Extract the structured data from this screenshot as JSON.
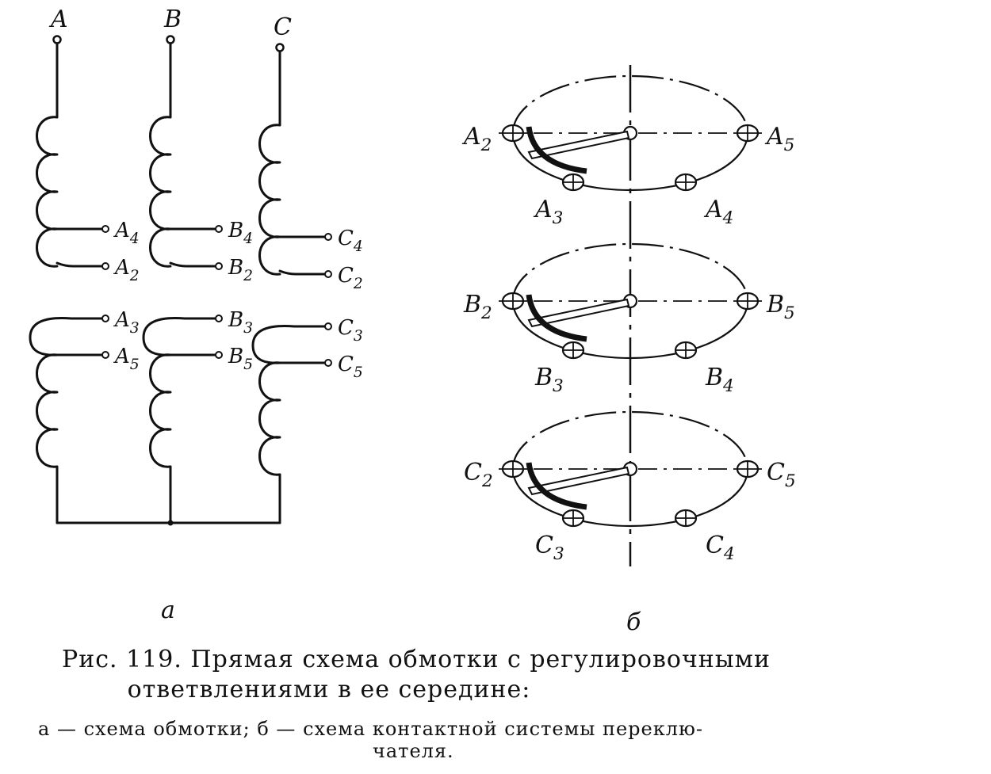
{
  "part_a": {
    "phases": [
      {
        "top": "A",
        "upper_taps": [
          "A4",
          "A2"
        ],
        "lower_taps": [
          "A3",
          "A5"
        ]
      },
      {
        "top": "B",
        "upper_taps": [
          "B4",
          "B2"
        ],
        "lower_taps": [
          "B3",
          "B5"
        ]
      },
      {
        "top": "C",
        "upper_taps": [
          "C4",
          "C2"
        ],
        "lower_taps": [
          "C3",
          "C5"
        ]
      }
    ],
    "label": "а"
  },
  "part_b": {
    "switches": [
      {
        "left": "A2",
        "right": "A5",
        "bottom_left": "A3",
        "bottom_right": "A4"
      },
      {
        "left": "B2",
        "right": "B5",
        "bottom_left": "B3",
        "bottom_right": "B4"
      },
      {
        "left": "C2",
        "right": "C5",
        "bottom_left": "C3",
        "bottom_right": "C4"
      }
    ],
    "label": "б"
  },
  "caption": {
    "line1": "Рис. 119. Прямая схема обмотки с регулировочными",
    "line2": "ответвлениями в ее середине:",
    "note1": "а — схема обмотки; б — схема контактной системы переклю-",
    "note2": "чателя."
  }
}
